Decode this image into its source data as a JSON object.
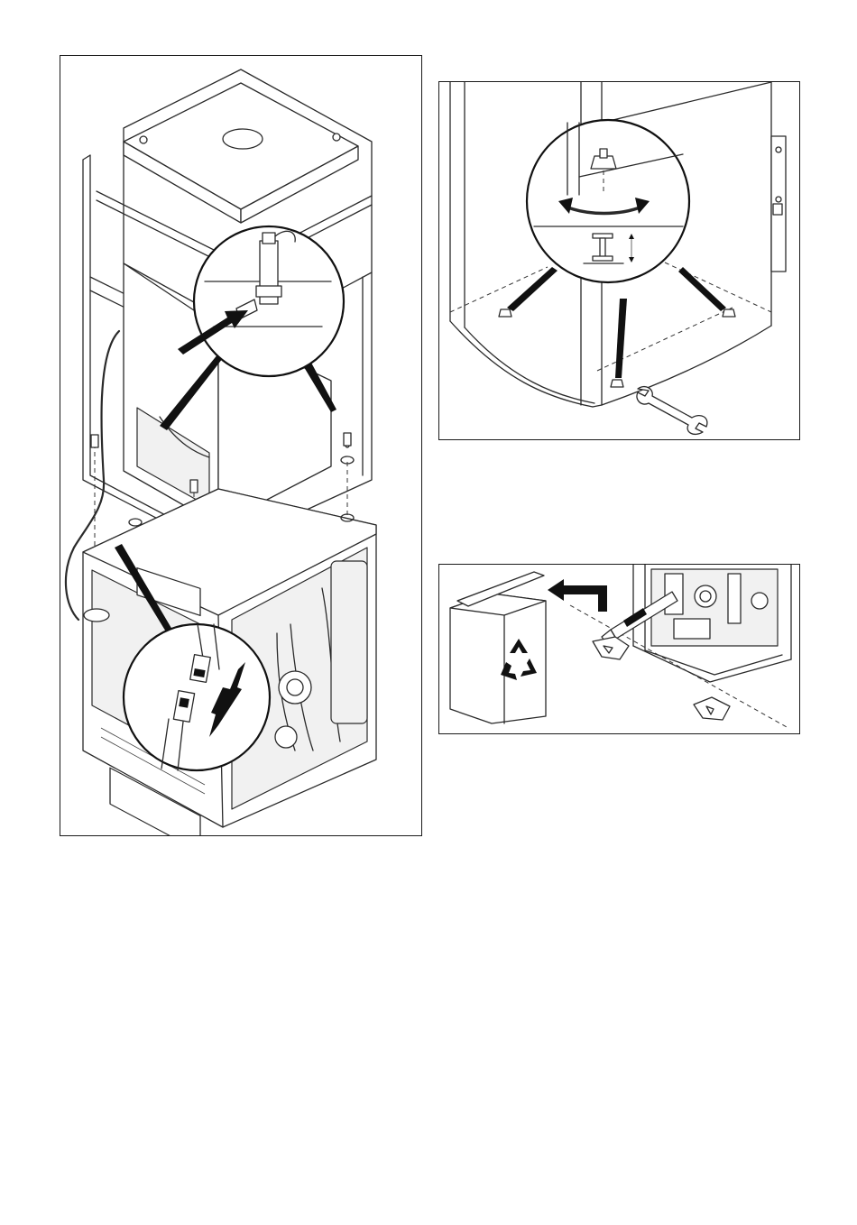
{
  "figures": [
    {
      "id": "left",
      "icons": [
        "arrow-icon",
        "double-arrow-icon",
        "connector-icon",
        "screw-icon"
      ]
    },
    {
      "id": "right-top",
      "icons": [
        "rotate-arrow-icon",
        "adjustable-foot-icon",
        "wrench-icon"
      ]
    },
    {
      "id": "right-bottom",
      "icons": [
        "recycle-bin-icon",
        "recycle-symbol-icon",
        "cutter-knife-icon",
        "arrow-icon"
      ]
    }
  ],
  "colors": {
    "line": "#2a2a2a",
    "fill": "#ffffff",
    "shade": "#f1f1f1",
    "frame": "#1a1a1a"
  }
}
